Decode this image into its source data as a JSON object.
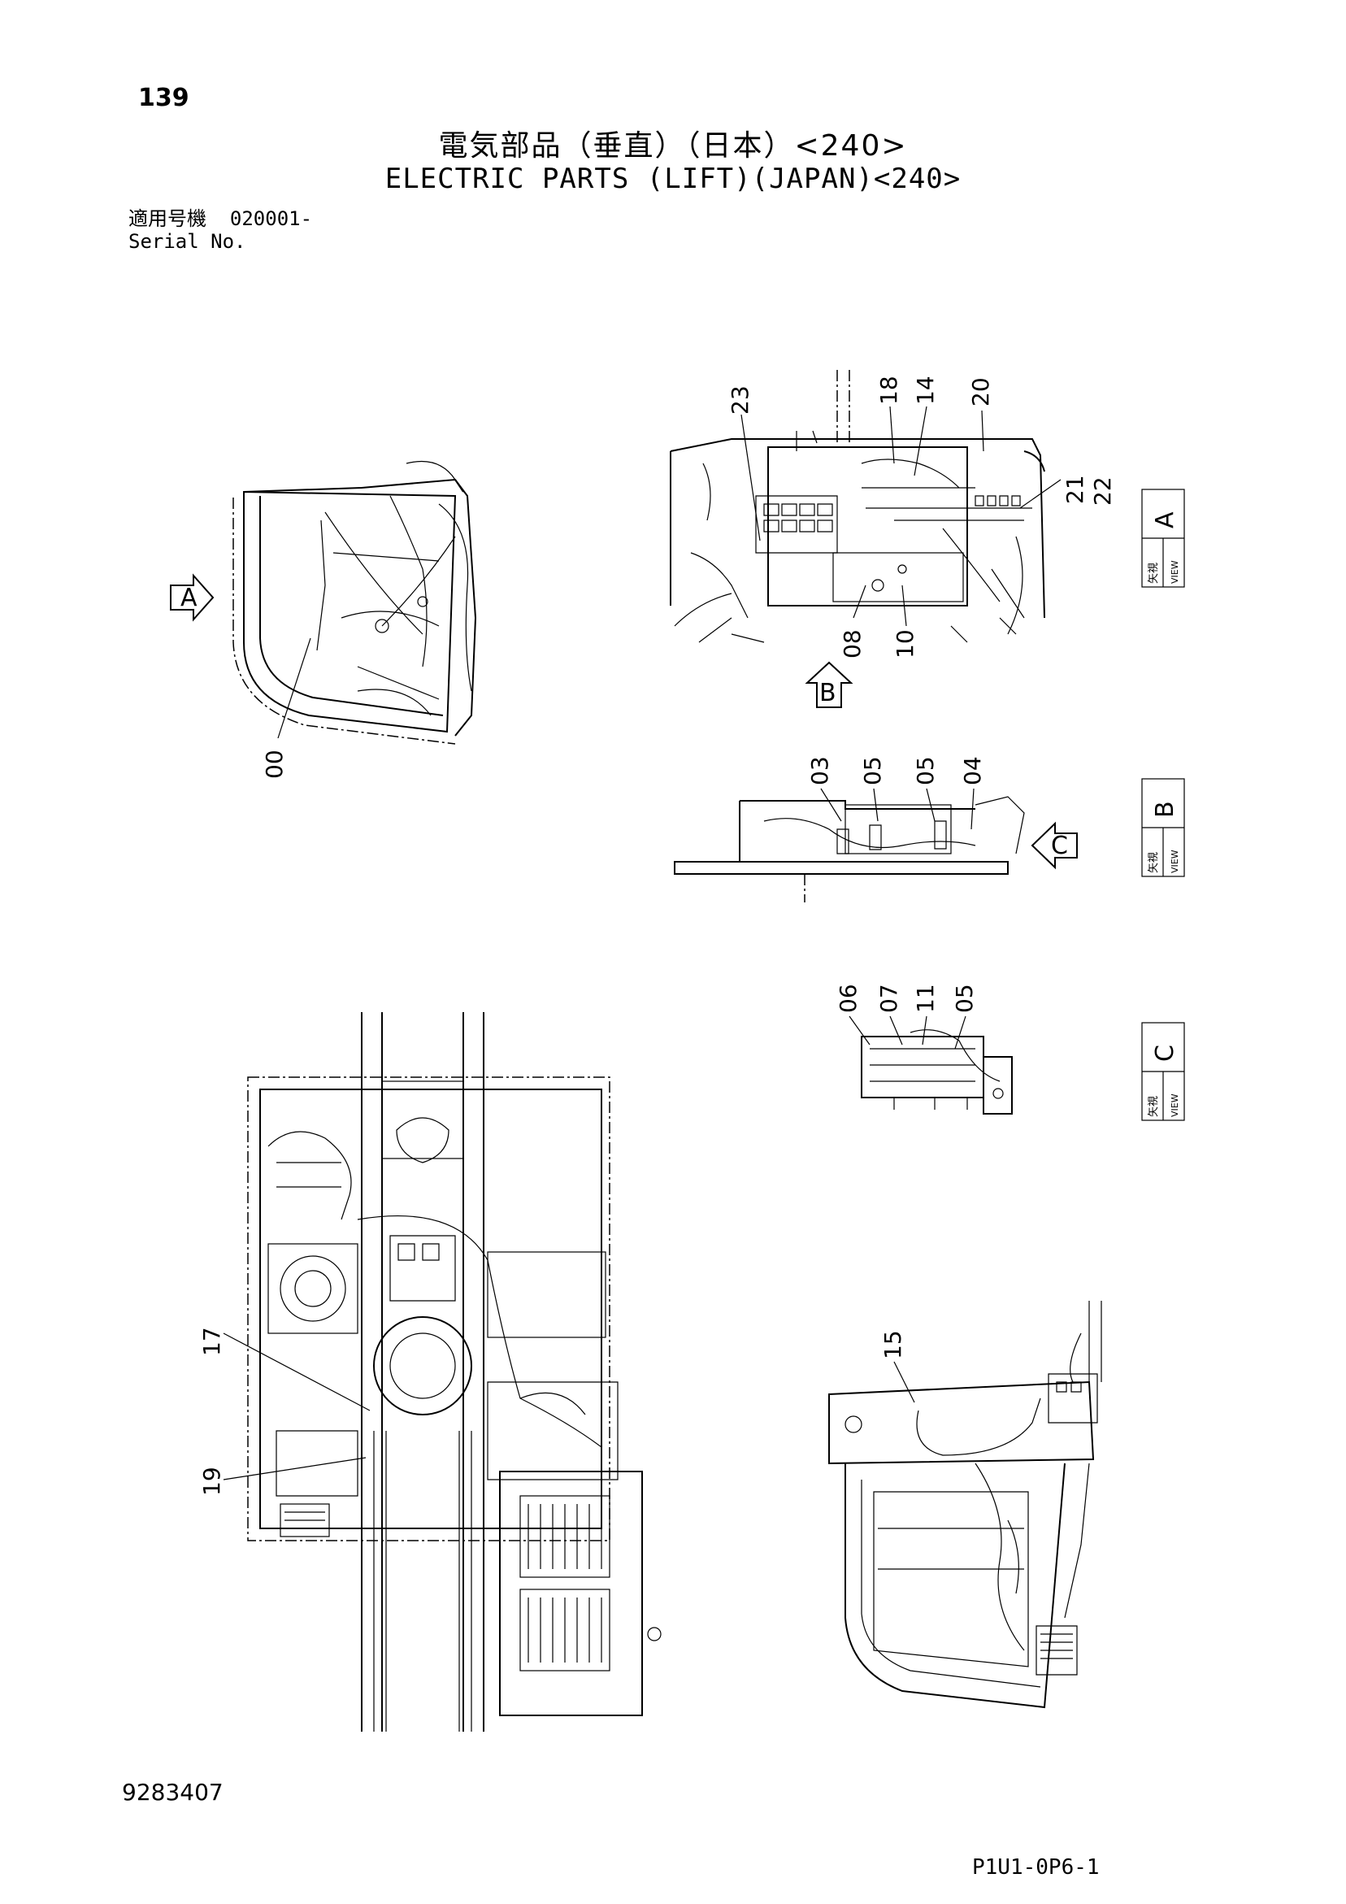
{
  "header": {
    "page_number": "139",
    "title_jp": "電気部品（垂直）（日本）<240>",
    "title_en": "ELECTRIC PARTS (LIFT)(JAPAN)<240>",
    "serial_label_jp": "適用号機",
    "serial_value": "020001-",
    "serial_label_en": "Serial No."
  },
  "callouts": {
    "c00": "00",
    "c03": "03",
    "c04": "04",
    "c05a": "05",
    "c05b": "05",
    "c05c": "05",
    "c06": "06",
    "c07": "07",
    "c08": "08",
    "c10": "10",
    "c11": "11",
    "c14": "14",
    "c15": "15",
    "c17": "17",
    "c18": "18",
    "c19": "19",
    "c20": "20",
    "c21": "21",
    "c22": "22",
    "c23": "23"
  },
  "view_markers": {
    "a": "A",
    "b": "B",
    "c": "C"
  },
  "view_boxes": [
    {
      "letter": "A",
      "jp": "矢視",
      "en": "VIEW"
    },
    {
      "letter": "B",
      "jp": "矢視",
      "en": "VIEW"
    },
    {
      "letter": "C",
      "jp": "矢視",
      "en": "VIEW"
    }
  ],
  "footer": {
    "doc_number": "9283407",
    "sheet_id": "P1U1-0P6-1"
  }
}
